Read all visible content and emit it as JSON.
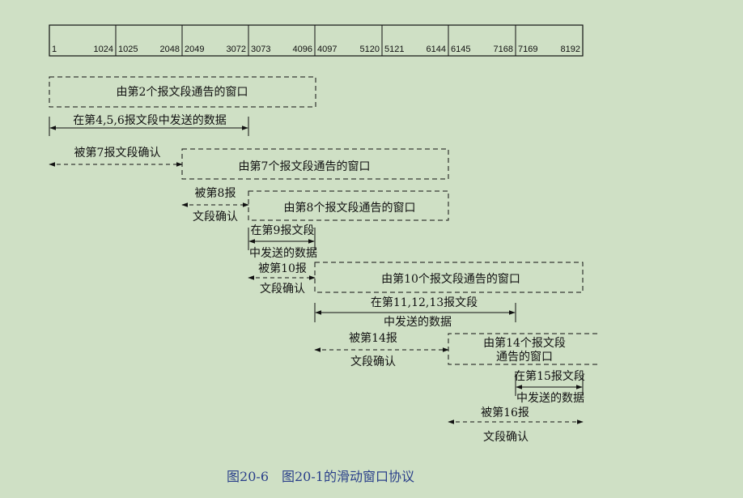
{
  "bytes": [
    {
      "start": "1",
      "end": "1024"
    },
    {
      "start": "1025",
      "end": "2048"
    },
    {
      "start": "2049",
      "end": "3072"
    },
    {
      "start": "3073",
      "end": "4096"
    },
    {
      "start": "4097",
      "end": "5120"
    },
    {
      "start": "5121",
      "end": "6144"
    },
    {
      "start": "6145",
      "end": "7168"
    },
    {
      "start": "7169",
      "end": "8192"
    }
  ],
  "windows": {
    "w2": "由第2个报文段通告的窗口",
    "w7": "由第7个报文段通告的窗口",
    "w8": "由第8个报文段通告的窗口",
    "w10": "由第10个报文段通告的窗口",
    "w14_line1": "由第14个报文段",
    "w14_line2": "通告的窗口"
  },
  "arrows": {
    "send_456": "在第4,5,6报文段中发送的数据",
    "ack7": "被第7报文段确认",
    "ack8_line1": "被第8报",
    "ack8_line2": "文段确认",
    "send9_line1": "在第9报文段",
    "send9_line2": "中发送的数据",
    "ack10_line1": "被第10报",
    "ack10_line2": "文段确认",
    "send_111213_line1": "在第11,12,13报文段",
    "send_111213_line2": "中发送的数据",
    "ack14_line1": "被第14报",
    "ack14_line2": "文段确认",
    "send15_line1": "在第15报文段",
    "send15_line2": "中发送的数据",
    "ack16_line1": "被第16报",
    "ack16_line2": "文段确认"
  },
  "caption": "图20-6　图20-1的滑动窗口协议"
}
